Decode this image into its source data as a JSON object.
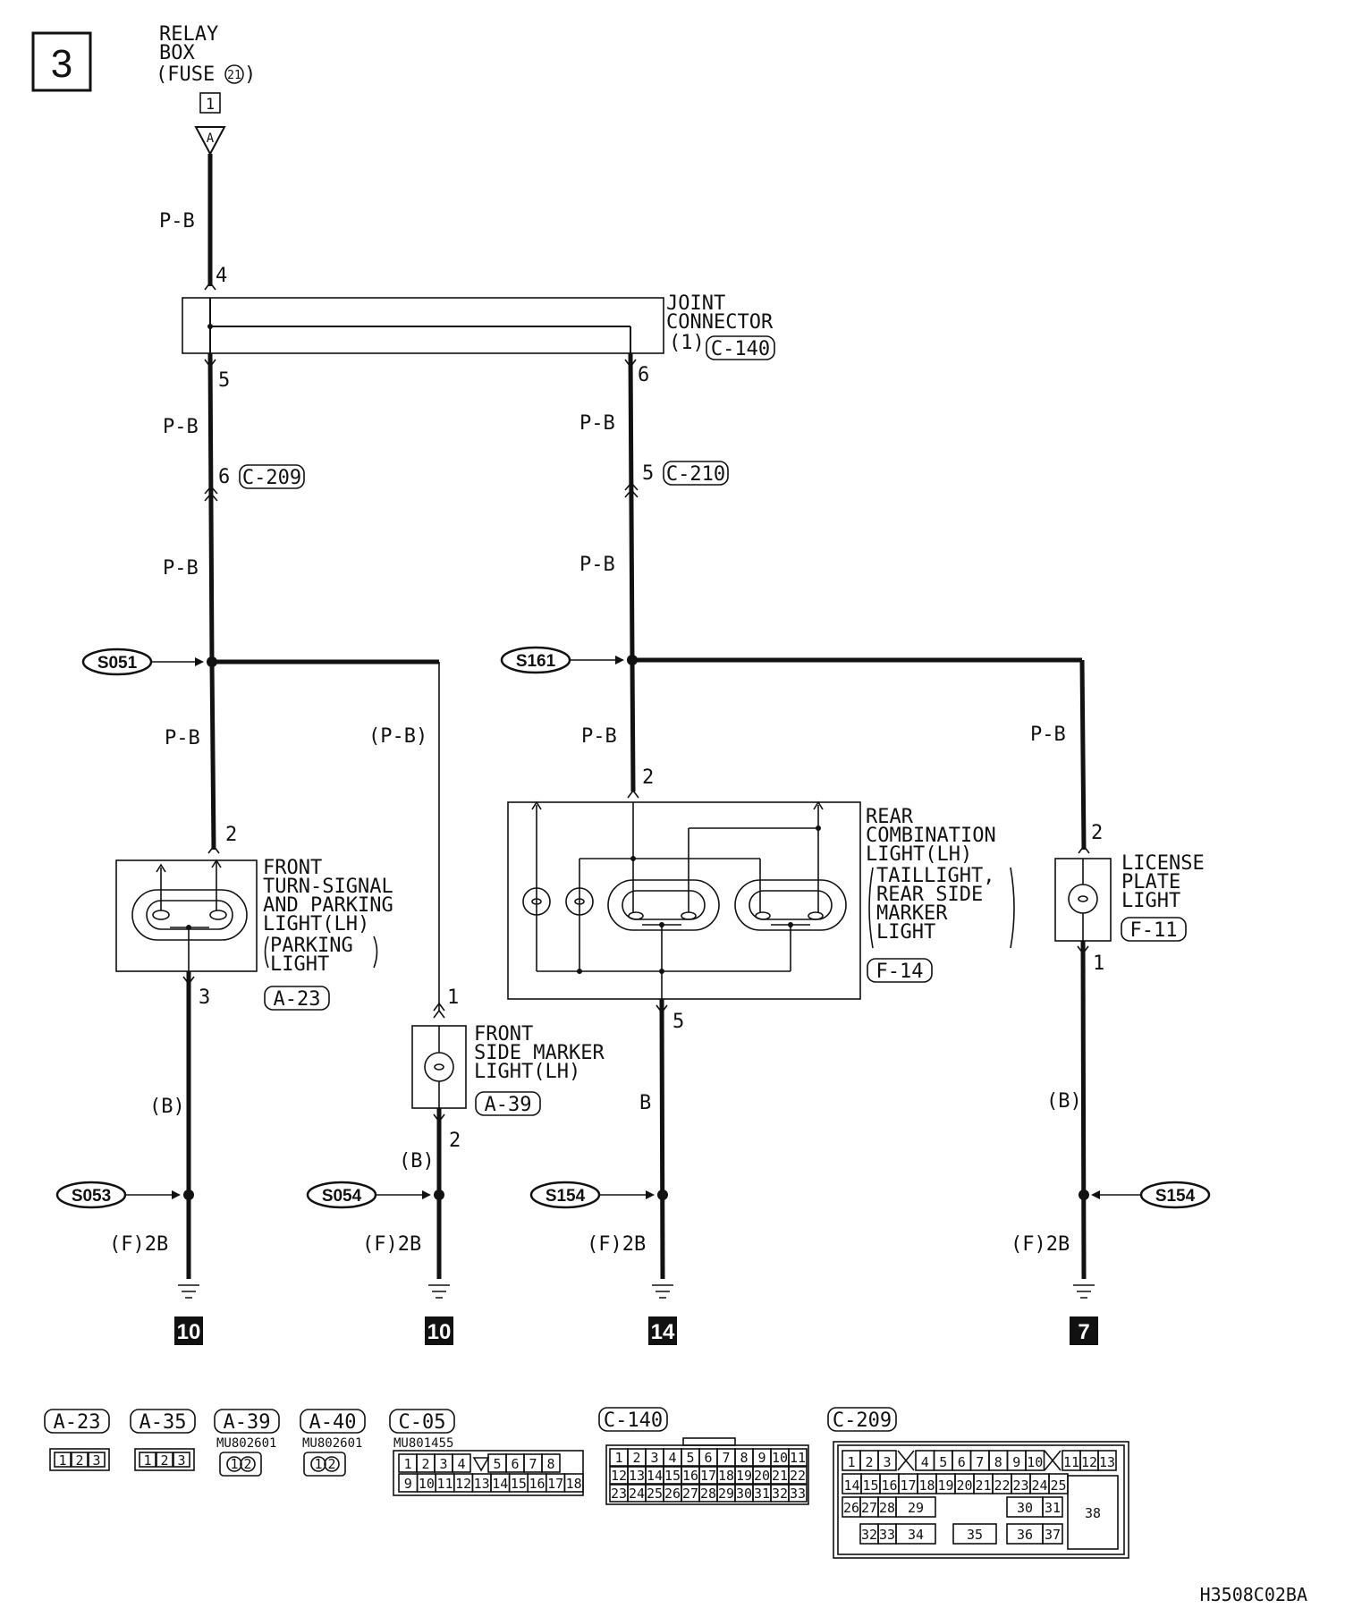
{
  "page_number": "3",
  "doc_code": "H3508C02BA",
  "relay_box": {
    "line1": "RELAY",
    "line2": "BOX",
    "line3": "(FUSE",
    "fuse_no": "21",
    "line3_close": ")",
    "pin": "1",
    "arrow": "A"
  },
  "joint_connector": {
    "line1": "JOINT",
    "line2": "CONNECTOR",
    "line3": "(1)",
    "id": "C-140",
    "pin_in": "4",
    "pin_left": "5",
    "pin_right": "6"
  },
  "wires": {
    "top": "P-B",
    "left_upper": "P-B",
    "left_mid": "P-B",
    "left_low": "P-B",
    "marker_feed": "(P-B)",
    "right_upper": "P-B",
    "right_mid": "P-B",
    "right_low": "P-B",
    "license_feed": "P-B",
    "ground_a": "(B)",
    "ground_b": "(B)",
    "ground_c": "B",
    "ground_d": "(B)"
  },
  "connectors": {
    "c209": {
      "pin": "6",
      "id": "C-209"
    },
    "c210": {
      "pin": "5",
      "id": "C-210"
    }
  },
  "splices": {
    "s051": "S051",
    "s161": "S161",
    "s053": "S053",
    "s054": "S054",
    "s154a": "S154",
    "s154b": "S154"
  },
  "front_turn": {
    "line1": "FRONT",
    "line2": "TURN-SIGNAL",
    "line3": "AND PARKING",
    "line4": "LIGHT(LH)",
    "line5": "PARKING",
    "line6": "LIGHT",
    "id": "A-23",
    "pin_top": "2",
    "pin_bottom": "3"
  },
  "front_marker": {
    "line1": "FRONT",
    "line2": "SIDE MARKER",
    "line3": "LIGHT(LH)",
    "id": "A-39",
    "pin_top": "1",
    "pin_bottom": "2"
  },
  "rear_combo": {
    "line1": "REAR",
    "line2": "COMBINATION",
    "line3": "LIGHT(LH)",
    "line4": "TAILLIGHT,",
    "line5": "REAR SIDE",
    "line6": "MARKER",
    "line7": "LIGHT",
    "id": "F-14",
    "pin_top": "2",
    "pin_bottom": "5"
  },
  "license": {
    "line1": "LICENSE",
    "line2": "PLATE",
    "line3": "LIGHT",
    "id": "F-11",
    "pin_top": "2",
    "pin_bottom": "1"
  },
  "grounds": {
    "g1_label": "(F)2B",
    "g1_num": "10",
    "g2_label": "(F)2B",
    "g2_num": "10",
    "g3_label": "(F)2B",
    "g3_num": "14",
    "g4_label": "(F)2B",
    "g4_num": "7"
  },
  "legend": {
    "a23": "A-23",
    "a35": "A-35",
    "a39": "A-39",
    "a40": "A-40",
    "c05": "C-05",
    "c140": "C-140",
    "c209": "C-209",
    "mu_a39": "MU802601",
    "mu_a40": "MU802601",
    "mu_c05": "MU801455"
  },
  "pins3": [
    "1",
    "2",
    "3"
  ],
  "pins2": [
    "1",
    "2"
  ],
  "c05_row1": [
    "1",
    "2",
    "3",
    "4",
    "5",
    "6",
    "7",
    "8"
  ],
  "c05_row2": [
    "9",
    "10",
    "11",
    "12",
    "13",
    "14",
    "15",
    "16",
    "17",
    "18"
  ],
  "c140_row1": [
    "1",
    "2",
    "3",
    "4",
    "5",
    "6",
    "7",
    "8",
    "9",
    "10",
    "11"
  ],
  "c140_row2": [
    "12",
    "13",
    "14",
    "15",
    "16",
    "17",
    "18",
    "19",
    "20",
    "21",
    "22"
  ],
  "c140_row3": [
    "23",
    "24",
    "25",
    "26",
    "27",
    "28",
    "29",
    "30",
    "31",
    "32",
    "33"
  ],
  "c209_row1": [
    "1",
    "2",
    "3",
    "4",
    "5",
    "6",
    "7",
    "8",
    "9",
    "10",
    "11",
    "12",
    "13"
  ],
  "c209_row2": [
    "14",
    "15",
    "16",
    "17",
    "18",
    "19",
    "20",
    "21",
    "22",
    "23",
    "24",
    "25"
  ],
  "c209_row3": [
    "26",
    "27",
    "28",
    "29",
    "30",
    "31",
    "38"
  ],
  "c209_row4": [
    "32",
    "33",
    "34",
    "35",
    "36",
    "37"
  ]
}
